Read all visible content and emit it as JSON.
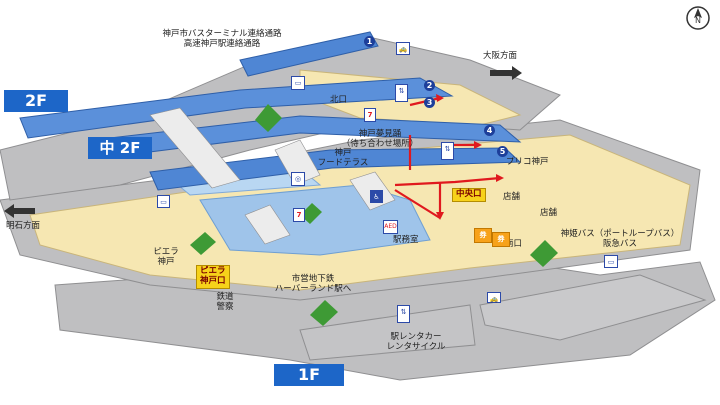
{
  "floors": {
    "f2": "2F",
    "mid2f": "中 2F",
    "f1": "1F"
  },
  "labels": {
    "bus_link_line1": "神戸市バスターミナル連絡通路",
    "bus_link_line2": "高速神戸駅連絡通路",
    "osaka": "大阪方面",
    "akashi": "明石方面",
    "north_exit": "北口",
    "kobe_yumemi_line1": "神戸夢見踊",
    "kobe_yumemi_line2": "（待ち合わせ場所）",
    "kobe_food_line1": "神戸",
    "kobe_food_line2": "フードテラス",
    "prico": "プリコ神戸",
    "central_exit": "中央口",
    "shops1": "店舗",
    "shops2": "店舗",
    "station_office": "駅務室",
    "south_exit": "南口",
    "shinki_bus_line1": "神姫バス（ポートループバス）",
    "shinki_bus_line2": "阪急バス",
    "piera_kobe_line1": "ピエラ",
    "piera_kobe_line2": "神戸",
    "piera_exit_line1": "ピエラ",
    "piera_exit_line2": "神戸口",
    "subway_line1": "市営地下鉄",
    "subway_line2": "ハーバーランド駅へ",
    "railway_police_line1": "鉄道",
    "railway_police_line2": "警察",
    "rental_line1": "駅レンタカー",
    "rental_line2": "レンタサイクル",
    "aed": "AED",
    "ticket": "券"
  },
  "badges": [
    "1",
    "2",
    "3",
    "4",
    "5"
  ],
  "icons": [
    "taxi-icon",
    "bus-icon",
    "toilet-icon",
    "accessible-icon",
    "elevator-icon",
    "compass-icon",
    "convenience-store-icon"
  ],
  "colors": {
    "floor_gray": "#bfbfc1",
    "floor_gray_dark": "#a8a8aa",
    "floor_beige": "#f6e7b2",
    "floor_blue": "#9fc4ea",
    "passage_blue": "#4f86d4",
    "tag_blue": "#1d66c8",
    "tag_yellow": "#f7d21a",
    "route_red": "#e0191e",
    "stair_green": "#3e9a35"
  }
}
